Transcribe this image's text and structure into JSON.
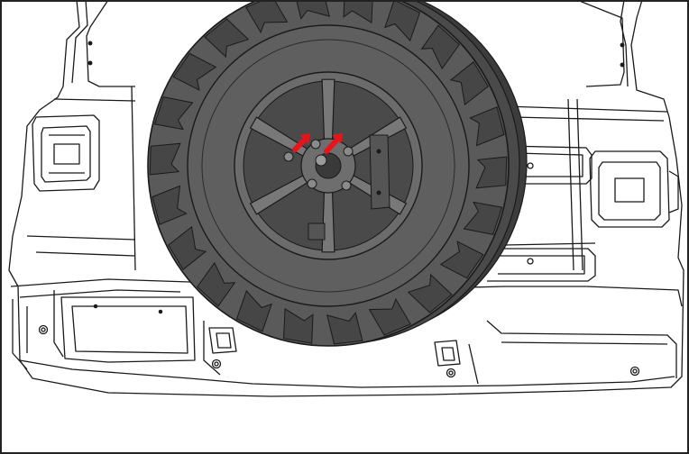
{
  "figure": {
    "kind": "technical-illustration",
    "subject": "spare-tire-mounted-on-tailgate",
    "callout_count": 2,
    "colors": {
      "frame": "#222222",
      "tire": "#5a5a5a",
      "tire_dark": "#3c3c3c",
      "wheel": "#6b6b6b",
      "wheel_dark": "#4a4a4a",
      "vehicle_line": "#1a1a1a",
      "vehicle_fill": "#ffffff",
      "callout_arrow": "#e8141b"
    },
    "icons": [
      "arrow-icon",
      "arrow-icon"
    ]
  }
}
